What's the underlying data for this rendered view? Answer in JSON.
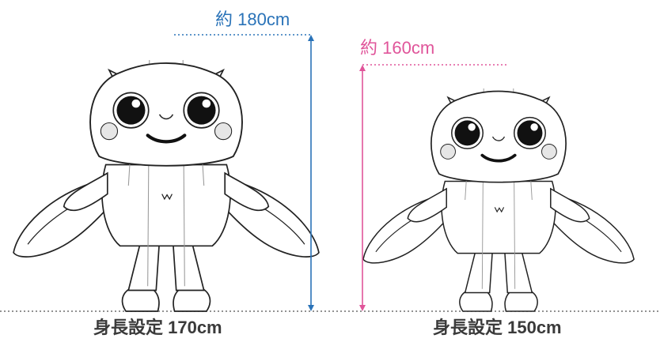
{
  "colors": {
    "blue": "#2a73b8",
    "pink": "#e0559a",
    "ground": "#6e6e6e",
    "line": "#222222",
    "blush": "#e6e6e6"
  },
  "large": {
    "height_label": "約 180cm",
    "caption": "身長設定 170cm"
  },
  "small": {
    "height_label": "約 160cm",
    "caption": "身長設定 150cm"
  }
}
